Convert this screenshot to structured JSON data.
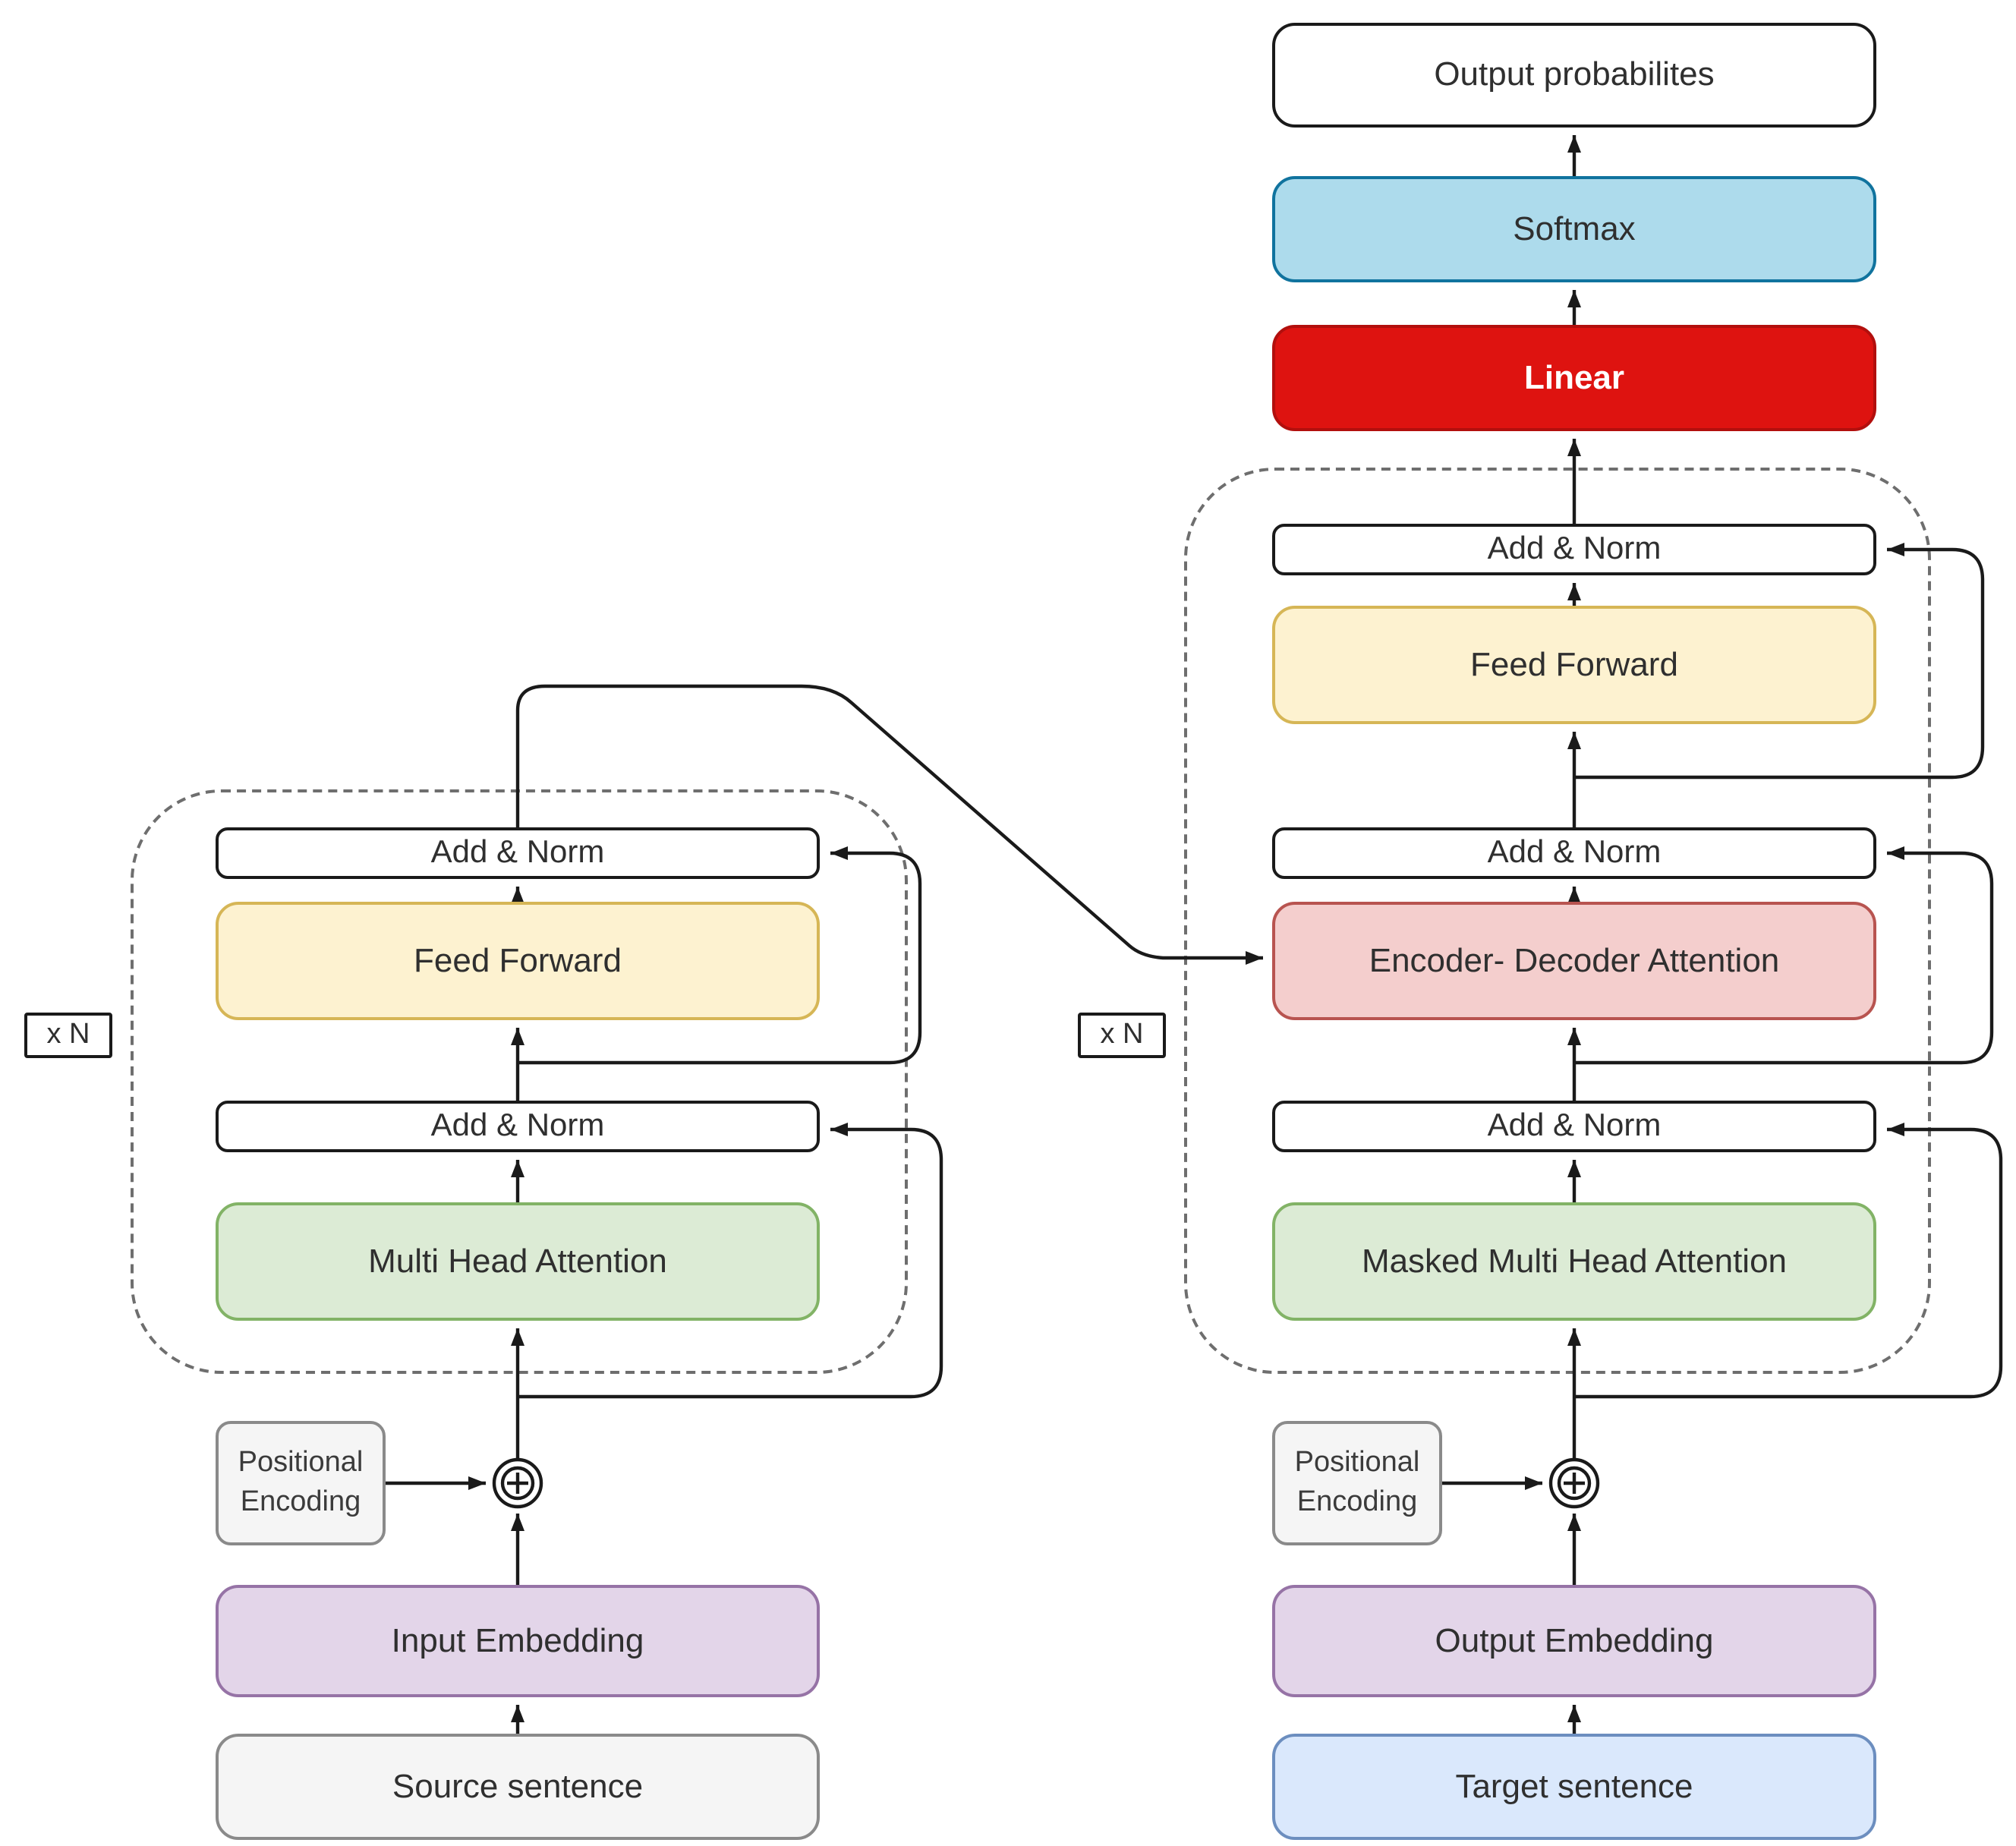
{
  "diagram_title": "Transformer encoder-decoder architecture",
  "nodes": {
    "output_probabilities": {
      "label": "Output probabilites",
      "fill": "#FFFFFF",
      "border": "#1A1A1A",
      "text": "#2F2F2F"
    },
    "softmax": {
      "label": "Softmax",
      "fill": "#ADDBEC",
      "border": "#10739E",
      "text": "#2F2F2F"
    },
    "linear": {
      "label": "Linear",
      "fill": "#DE1310",
      "border": "#B20F0D",
      "text": "#FFFFFF"
    },
    "add_norm": {
      "label": "Add & Norm",
      "fill": "#FFFFFF",
      "border": "#1A1A1A",
      "text": "#2F2F2F"
    },
    "feed_forward": {
      "label": "Feed Forward",
      "fill": "#FDF2D0",
      "border": "#D6B656",
      "text": "#2F2F2F"
    },
    "encoder_decoder_attention": {
      "label": "Encoder- Decoder Attention",
      "fill": "#F4CECD",
      "border": "#B85450",
      "text": "#2F2F2F"
    },
    "multi_head_attention": {
      "label": "Multi Head Attention",
      "fill": "#DCEBD5",
      "border": "#82B366",
      "text": "#2F2F2F"
    },
    "masked_multi_head_attention": {
      "label": "Masked Multi Head Attention",
      "fill": "#DCEBD5",
      "border": "#82B366",
      "text": "#2F2F2F"
    },
    "positional_encoding": {
      "label": "Positional Encoding",
      "fill": "#F5F5F5",
      "border": "#8A8A8A",
      "text": "#3B3B3B"
    },
    "input_embedding": {
      "label": "Input Embedding",
      "fill": "#E3D5E9",
      "border": "#9673A6",
      "text": "#2F2F2F"
    },
    "output_embedding": {
      "label": "Output Embedding",
      "fill": "#E3D5E9",
      "border": "#9673A6",
      "text": "#2F2F2F"
    },
    "source_sentence": {
      "label": "Source sentence",
      "fill": "#F5F5F5",
      "border": "#8A8A8A",
      "text": "#2F2F2F"
    },
    "target_sentence": {
      "label": "Target sentence",
      "fill": "#DAE8FC",
      "border": "#6C8EBF",
      "text": "#2F2F2F"
    },
    "repeat": {
      "label": "x N",
      "fill": "#FFFFFF",
      "border": "#1A1A1A",
      "text": "#2F2F2F"
    }
  },
  "icons": {
    "circled_plus": "circled-plus-icon (positional encoding added to embedding)"
  },
  "colors": {
    "connector_line": "#1A1A1A",
    "dashed_region_border": "#6E6E6E",
    "background": "#FFFFFF"
  }
}
